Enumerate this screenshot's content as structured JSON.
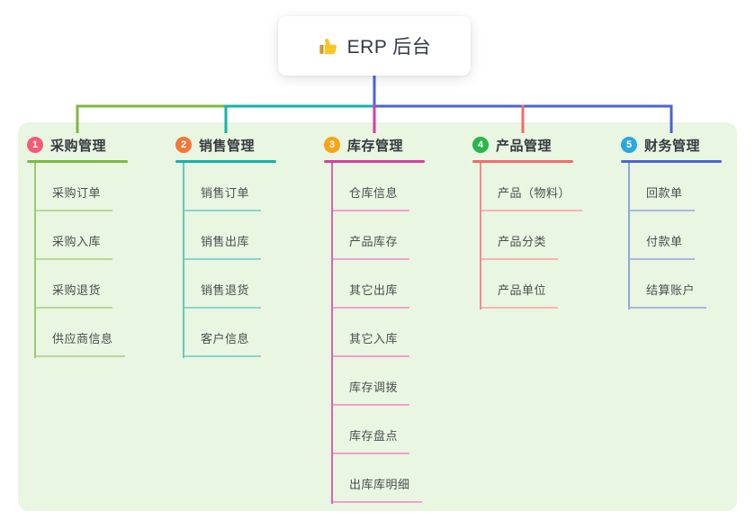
{
  "root": {
    "title": "ERP 后台",
    "icon": "thumbs-up",
    "stem_color": "#4A63D8"
  },
  "branches": [
    {
      "num": "1",
      "title": "采购管理",
      "badge_color": "#F25C77",
      "line_color": "#7CB93F",
      "spine_color": "#9ACB74",
      "lite_color": "#B6D998",
      "children": [
        "采购订单",
        "采购入库",
        "采购退货",
        "供应商信息"
      ]
    },
    {
      "num": "2",
      "title": "销售管理",
      "badge_color": "#F0793A",
      "line_color": "#12B3AA",
      "spine_color": "#63C8C0",
      "lite_color": "#8AD5CE",
      "children": [
        "销售订单",
        "销售出库",
        "销售退货",
        "客户信息"
      ]
    },
    {
      "num": "3",
      "title": "库存管理",
      "badge_color": "#F7A416",
      "line_color": "#D93DA2",
      "spine_color": "#DC64B4",
      "lite_color": "#F0A0D0",
      "children": [
        "仓库信息",
        "产品库存",
        "其它出库",
        "其它入库",
        "库存调拨",
        "库存盘点",
        "出库库明细"
      ]
    },
    {
      "num": "4",
      "title": "产品管理",
      "badge_color": "#2CB44E",
      "line_color": "#F56A6A",
      "spine_color": "#F48B8B",
      "lite_color": "#F8B4B4",
      "children": [
        "产品（物料）",
        "产品分类",
        "产品单位"
      ]
    },
    {
      "num": "5",
      "title": "财务管理",
      "badge_color": "#2BA6DF",
      "line_color": "#4A63D8",
      "spine_color": "#93A7DE",
      "lite_color": "#A8B8E2",
      "children": [
        "回款单",
        "付款单",
        "结算账户"
      ]
    }
  ],
  "colors": {
    "panel_bg": "#E9F6E1",
    "canvas_bg": "#FFFFFF",
    "header_text": "#36393F",
    "child_text": "#4B4E52",
    "root_text": "#333A45"
  }
}
